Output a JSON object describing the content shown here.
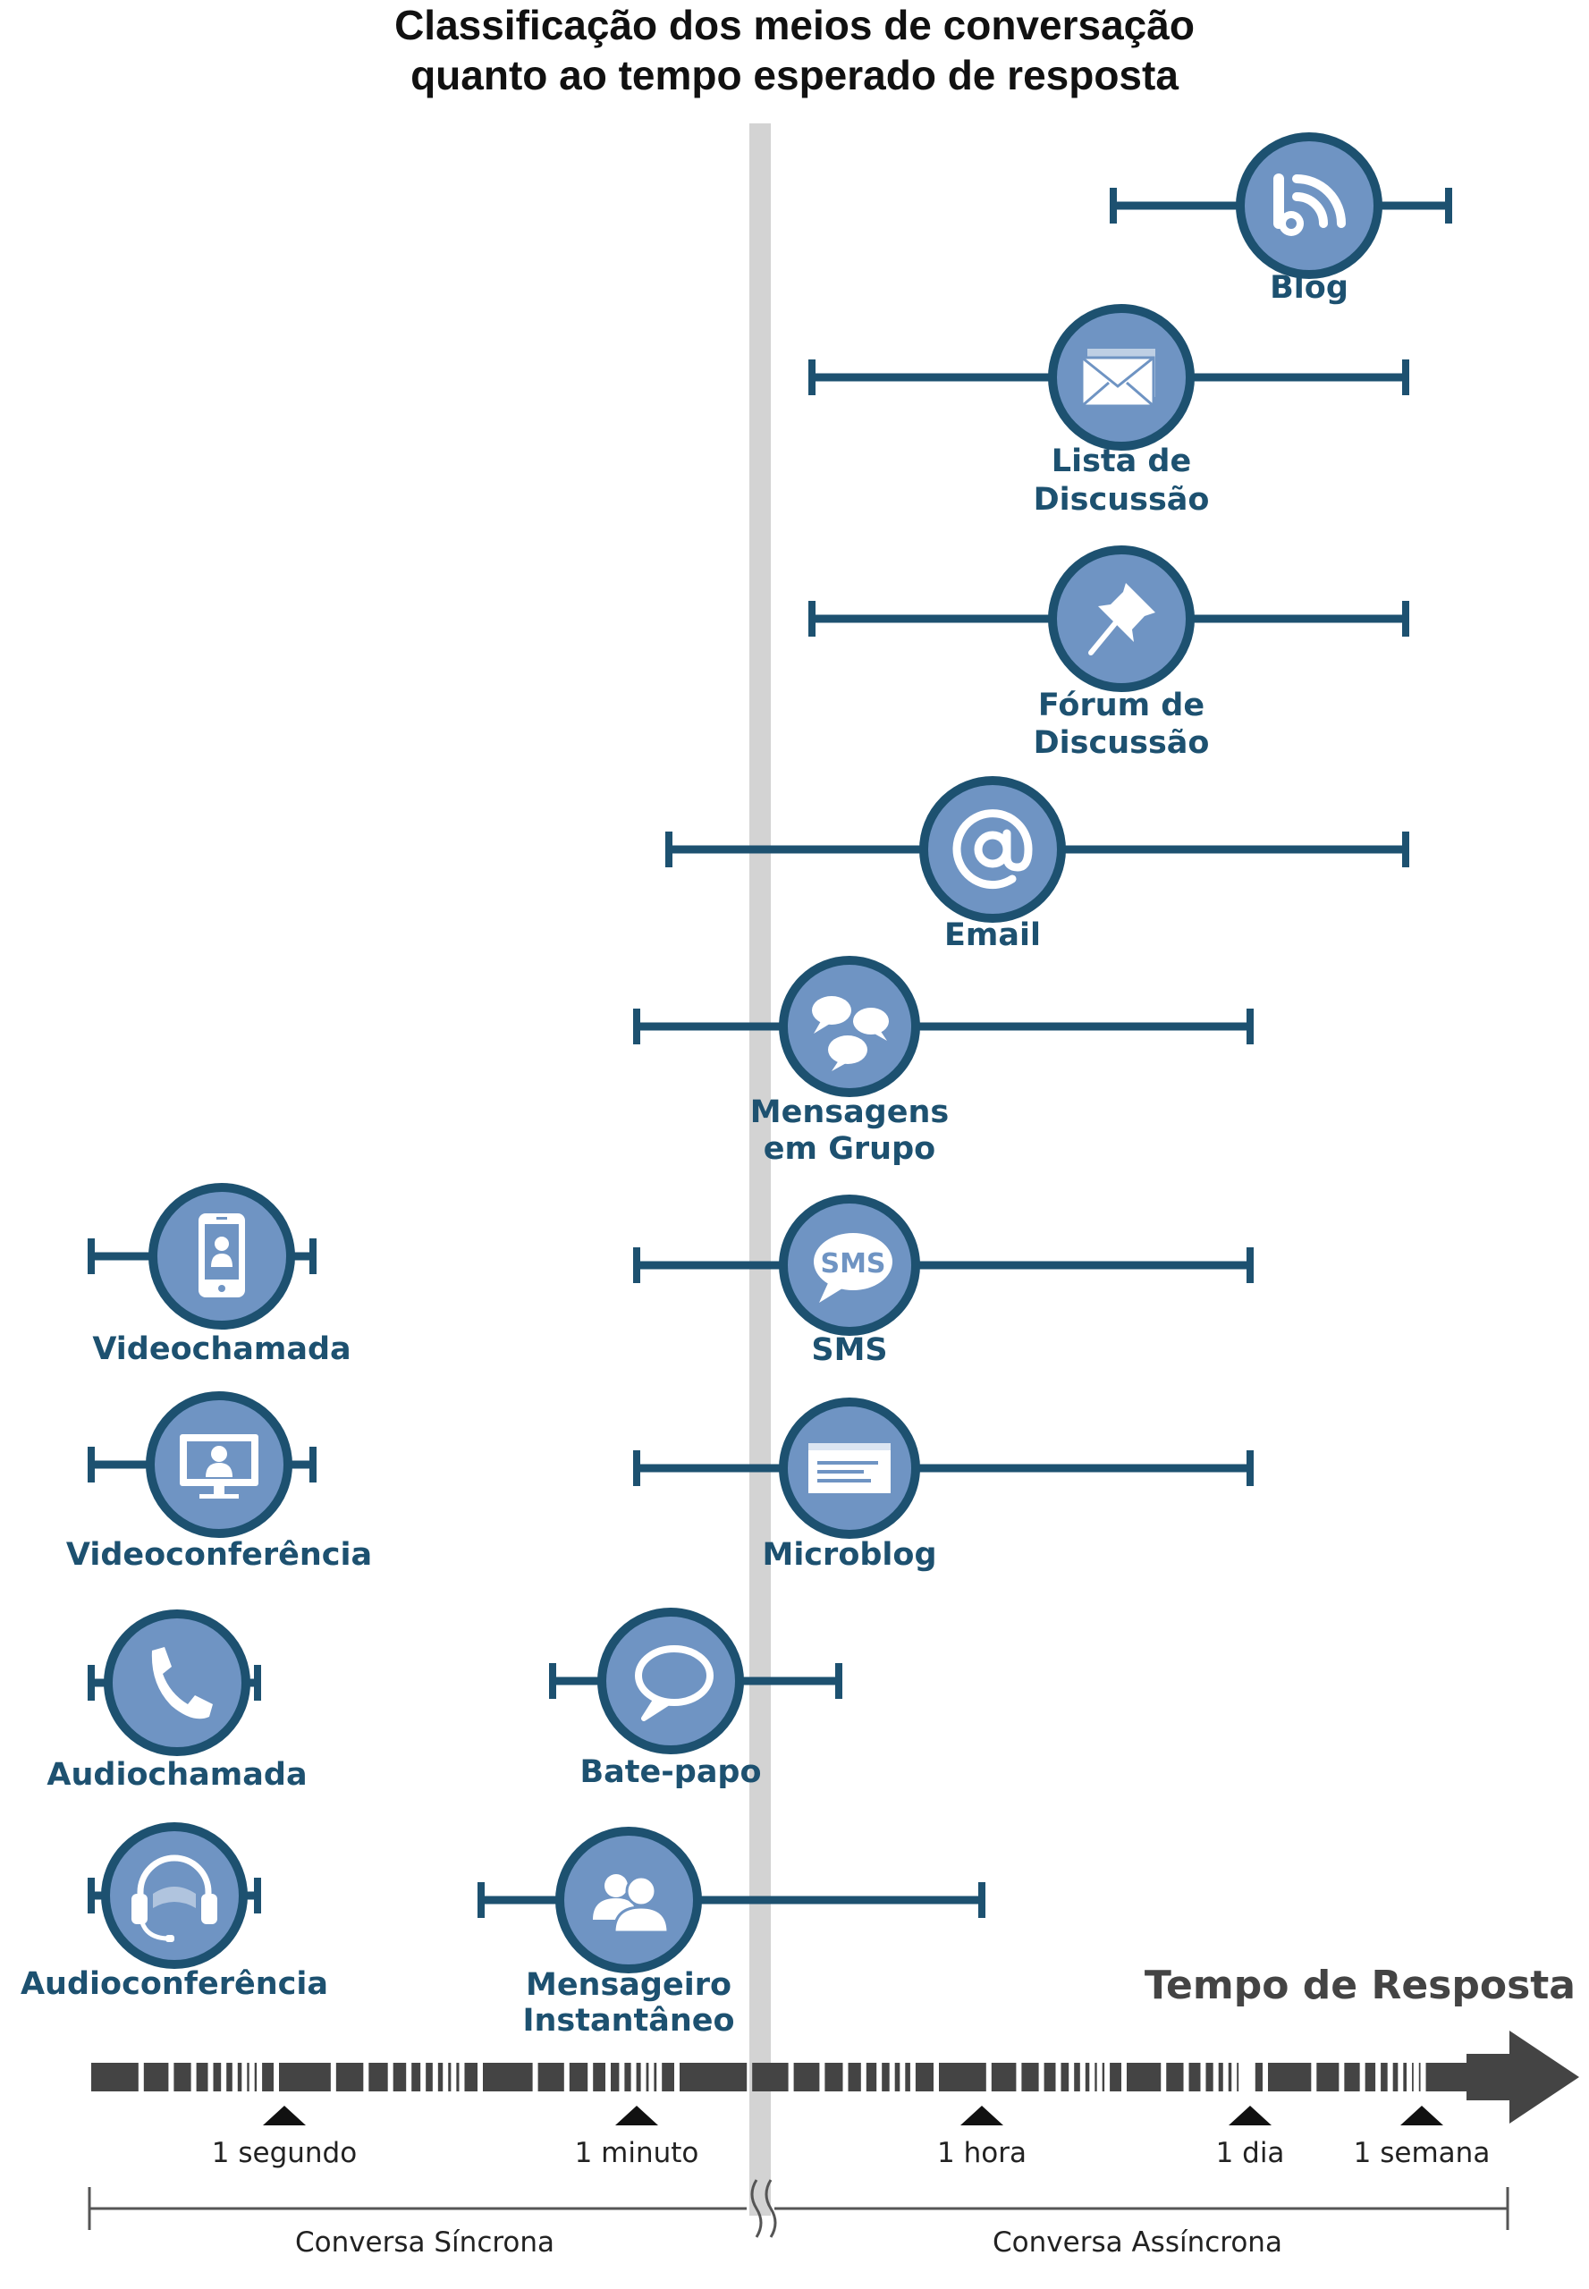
{
  "title": [
    "Classificação dos meios de conversação",
    "quanto ao tempo esperado de resposta"
  ],
  "axis": {
    "title": "Tempo de Resposta",
    "ticks": [
      "1 segundo",
      "1 minuto",
      "1 hora",
      "1 dia",
      "1 semana"
    ],
    "regions": [
      "Conversa Síncrona",
      "Conversa Assíncrona"
    ]
  },
  "colors": {
    "line": "#1d5170",
    "icon_fill": "#6f94c3",
    "label": "#1d5170",
    "separator": "#d3d3d3",
    "axis": "#444444"
  },
  "media": [
    {
      "id": "blog",
      "icon": "blog-icon",
      "label": [
        "Blog"
      ]
    },
    {
      "id": "lista",
      "icon": "envelope-icon",
      "label": [
        "Lista de",
        "Discussão"
      ]
    },
    {
      "id": "forum",
      "icon": "pushpin-icon",
      "label": [
        "Fórum de",
        "Discussão"
      ]
    },
    {
      "id": "email",
      "icon": "at-sign-icon",
      "label": [
        "Email"
      ]
    },
    {
      "id": "grupo",
      "icon": "chat-bubbles-icon",
      "label": [
        "Mensagens",
        "em Grupo"
      ]
    },
    {
      "id": "sms",
      "icon": "sms-bubble-icon",
      "label": [
        "SMS"
      ]
    },
    {
      "id": "microblog",
      "icon": "microblog-card-icon",
      "label": [
        "Microblog"
      ]
    },
    {
      "id": "videochamada",
      "icon": "smartphone-icon",
      "label": [
        "Videochamada"
      ]
    },
    {
      "id": "videoconf",
      "icon": "monitor-icon",
      "label": [
        "Videoconferência"
      ]
    },
    {
      "id": "audiochamada",
      "icon": "phone-handset-icon",
      "label": [
        "Audiochamada"
      ]
    },
    {
      "id": "batepapo",
      "icon": "speech-bubble-icon",
      "label": [
        "Bate-papo"
      ]
    },
    {
      "id": "audioconf",
      "icon": "headset-icon",
      "label": [
        "Audioconferência"
      ]
    },
    {
      "id": "mensageiro",
      "icon": "users-icon",
      "label": [
        "Mensageiro",
        "Instantâneo"
      ]
    }
  ]
}
